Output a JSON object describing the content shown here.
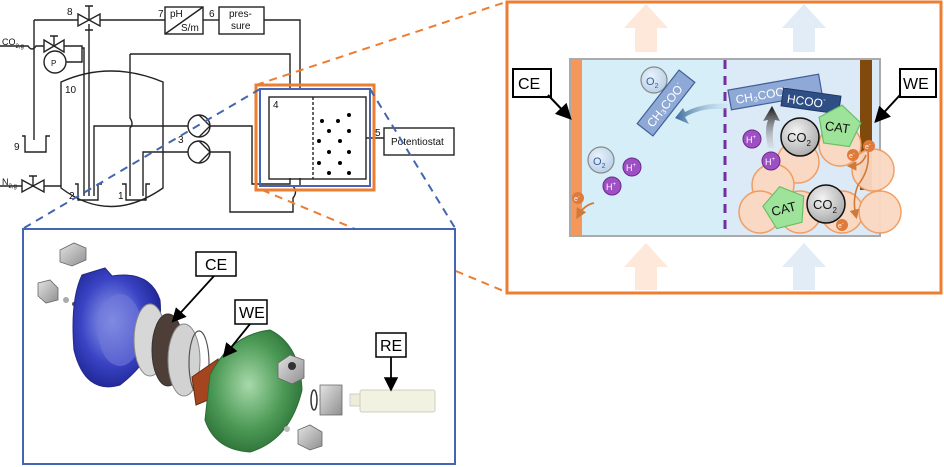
{
  "schematic": {
    "numbers": {
      "n1": "1",
      "n2": "2",
      "n3": "3",
      "n4": "4",
      "n5": "5",
      "n6": "6",
      "n7": "7",
      "n8": "8",
      "n9": "9",
      "n10": "10"
    },
    "gas_inlets": {
      "co2": "CO",
      "co2_sub": "2,g",
      "n2": "N",
      "n2_sub": "2,g"
    },
    "pressure_gauge": "P",
    "ph_box": {
      "top": "pH",
      "bottom": "S/m"
    },
    "pressure_box": {
      "line1": "pres-",
      "line2": "sure"
    },
    "potentiostat": "Potentiostat"
  },
  "exploded_cell": {
    "labels": {
      "ce": "CE",
      "we": "WE",
      "re": "RE"
    }
  },
  "mechanism": {
    "labels": {
      "ce": "CE",
      "we": "WE"
    },
    "species": {
      "o2": "O",
      "o2_sub": "2",
      "h_plus": "H",
      "h_plus_sup": "+",
      "acetate": "CH₃COO",
      "acetate_sup": "-",
      "formate": "HCOO",
      "formate_sup": "-",
      "co2": "CO",
      "co2_sub": "2",
      "cat": "CAT",
      "electron": "e",
      "electron_sup": "-"
    },
    "colors": {
      "frame": "#ED7D31",
      "electrolyte": "#D6EEF7",
      "membrane": "#7030A0",
      "ce_electrode": "#F4975A",
      "we_electrode": "#7F4A0C",
      "proton": "#9E4FC4",
      "catalyst": "#9EE39A",
      "particle": "#FBD9C2"
    }
  },
  "connectors": {
    "orange": "#ED7D31",
    "blue": "#4466B0"
  }
}
